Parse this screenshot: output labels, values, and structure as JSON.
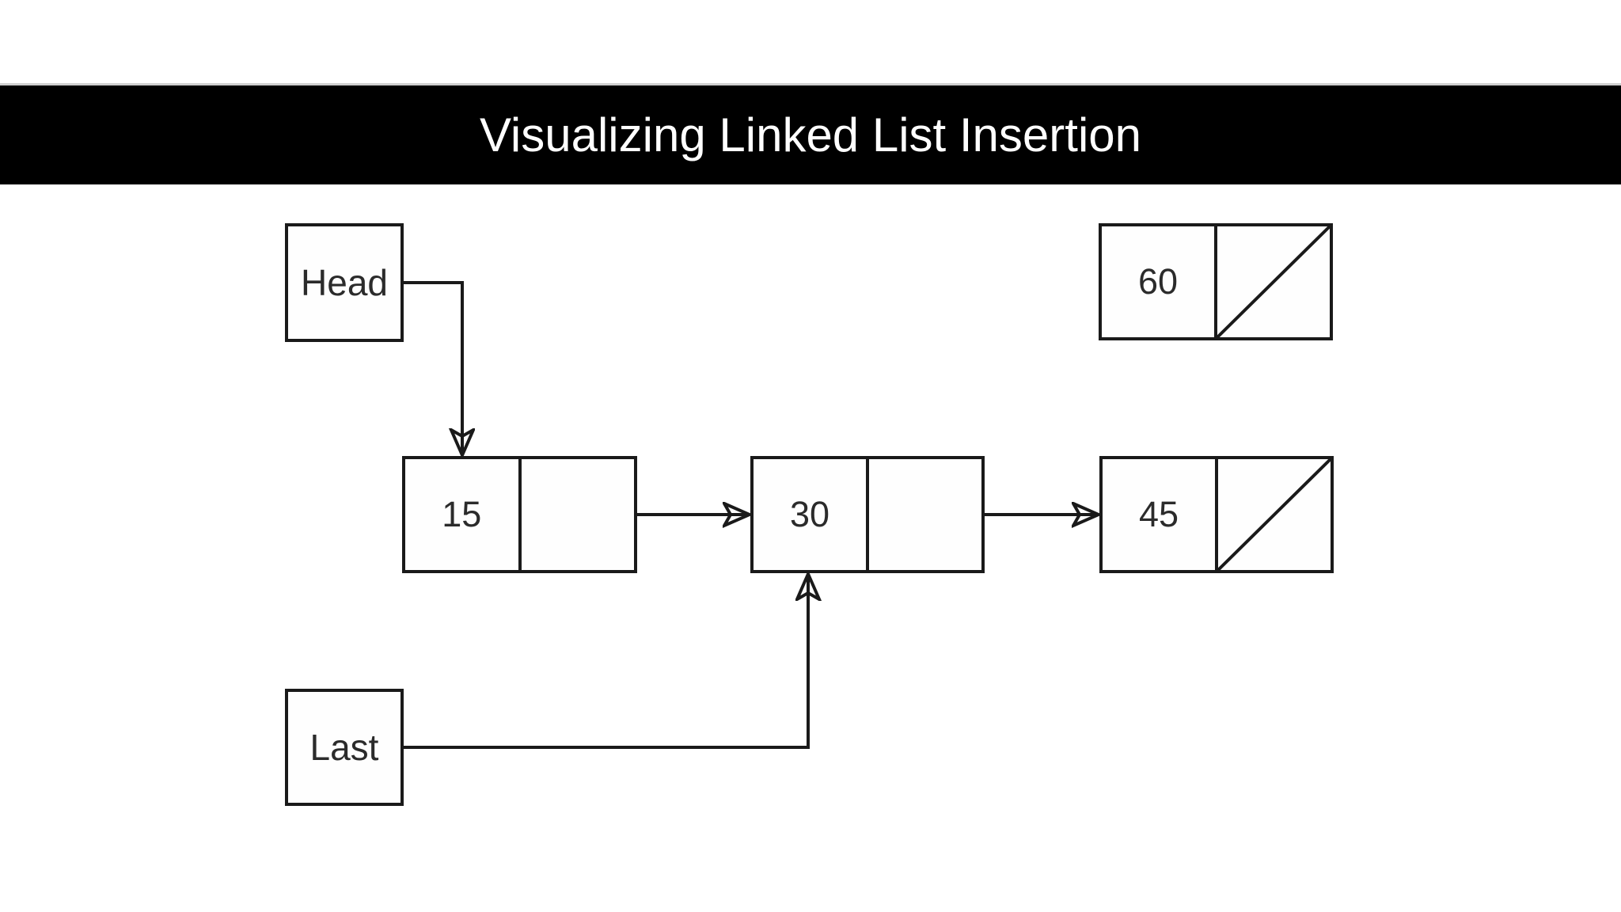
{
  "title": "Visualizing Linked List Insertion",
  "theme": {
    "banner_bg": "#000000",
    "banner_text": "#ffffff",
    "canvas_bg": "#ffffff",
    "stroke": "#1a1a1a"
  },
  "pointers": [
    {
      "id": "head",
      "label": "Head",
      "points_to": "15"
    },
    {
      "id": "last",
      "label": "Last",
      "points_to": "30"
    }
  ],
  "nodes": [
    {
      "id": "node-15",
      "value": "15",
      "null_pointer": false
    },
    {
      "id": "node-30",
      "value": "30",
      "null_pointer": false
    },
    {
      "id": "node-45",
      "value": "45",
      "null_pointer": true,
      "null_symbol": "diagonal-slash"
    },
    {
      "id": "node-60",
      "value": "60",
      "null_pointer": true,
      "null_symbol": "diagonal-slash"
    }
  ],
  "edges": [
    {
      "from": "Head",
      "to": "15"
    },
    {
      "from": "15",
      "to": "30"
    },
    {
      "from": "30",
      "to": "45"
    },
    {
      "from": "Last",
      "to": "30"
    }
  ]
}
